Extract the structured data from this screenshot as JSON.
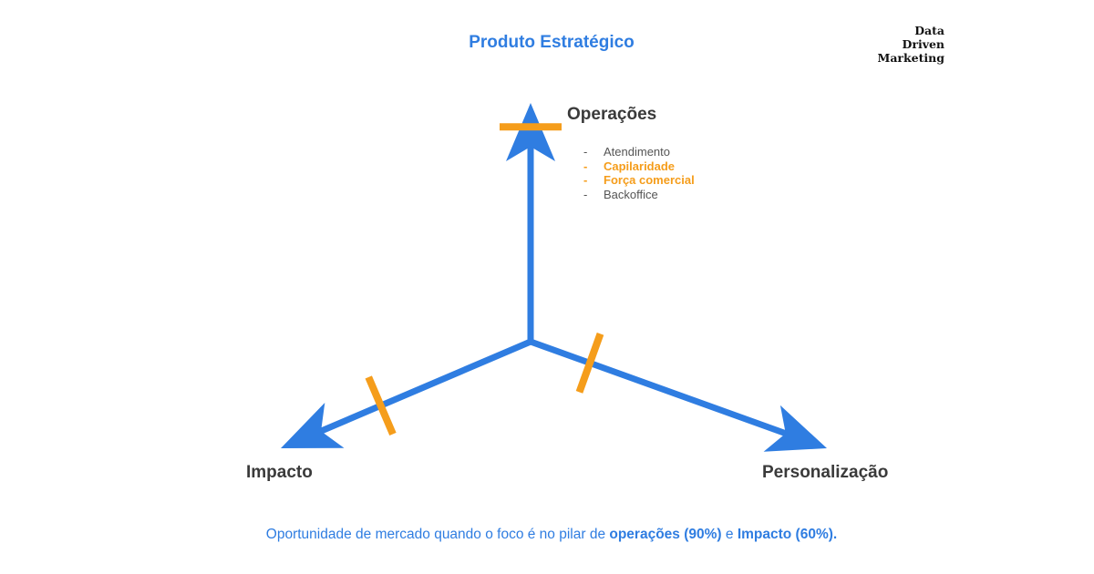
{
  "title": "Produto Estratégico",
  "brand": {
    "line1": "Data",
    "line2": "Driven",
    "line3": "Marketing"
  },
  "colors": {
    "axis": "#2f7de1",
    "marker": "#f59d1b",
    "label": "#3a3a3a"
  },
  "axes": {
    "operacoes": {
      "label": "Operações",
      "items": [
        {
          "text": "Atendimento",
          "highlight": false
        },
        {
          "text": "Capilaridade",
          "highlight": true
        },
        {
          "text": "Força comercial",
          "highlight": true
        },
        {
          "text": "Backoffice",
          "highlight": false
        }
      ],
      "focus_percent": 90
    },
    "impacto": {
      "label": "Impacto",
      "focus_percent": 60
    },
    "personalizacao": {
      "label": "Personalização",
      "focus_percent": 20
    }
  },
  "list_bullet": "-",
  "caption": {
    "prefix": "Oportunidade de mercado quando o foco é no pilar de ",
    "bold1": "operações (90%)",
    "middle": " e ",
    "bold2": "Impacto (60%)."
  }
}
